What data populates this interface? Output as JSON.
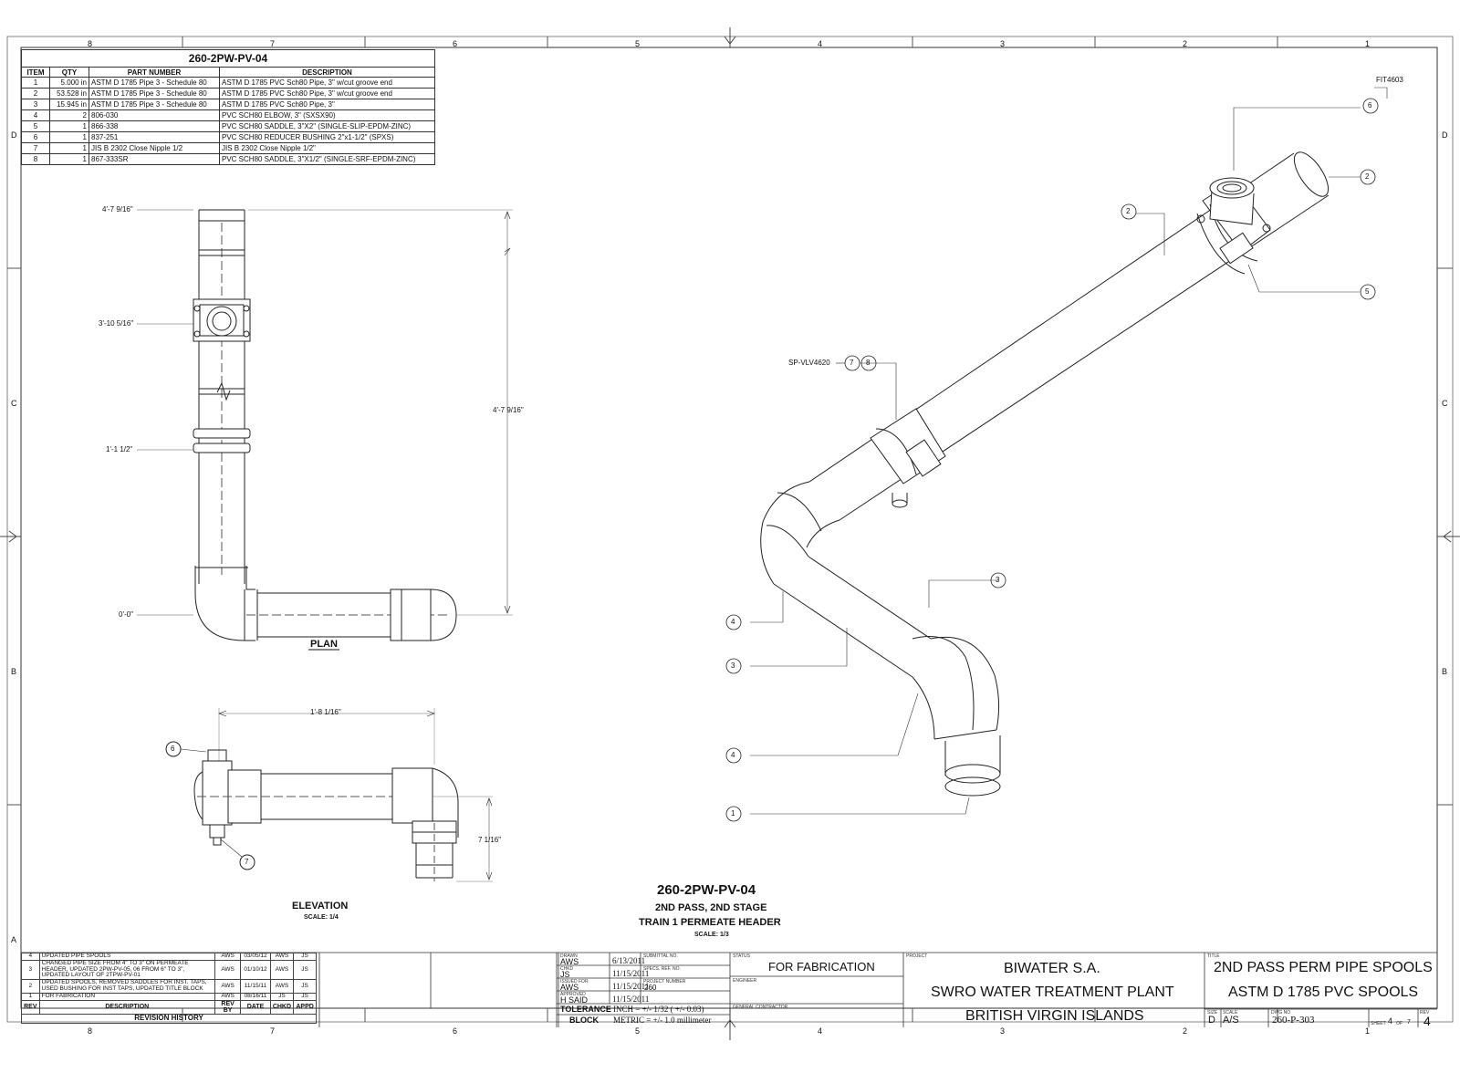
{
  "bom": {
    "title": "260-2PW-PV-04",
    "headers": [
      "ITEM",
      "QTY",
      "PART NUMBER",
      "DESCRIPTION"
    ],
    "rows": [
      [
        "1",
        "5.000 in",
        "ASTM D 1785 Pipe 3 - Schedule 80",
        "ASTM D 1785 PVC Sch80 Pipe, 3\" w/cut groove end"
      ],
      [
        "2",
        "53.528 in",
        "ASTM D 1785 Pipe 3 - Schedule 80",
        "ASTM D 1785 PVC Sch80 Pipe, 3\" w/cut groove end"
      ],
      [
        "3",
        "15.945 in",
        "ASTM D 1785 Pipe 3 - Schedule 80",
        "ASTM D 1785 PVC Sch80 Pipe, 3\""
      ],
      [
        "4",
        "2",
        "806-030",
        "PVC SCH80 ELBOW, 3\" (SXSX90)"
      ],
      [
        "5",
        "1",
        "866-338",
        "PVC SCH80 SADDLE, 3\"X2\" (SINGLE-SLIP-EPDM-ZINC)"
      ],
      [
        "6",
        "1",
        "837-251",
        "PVC SCH80 REDUCER BUSHING 2\"x1-1/2\" (SPXS)"
      ],
      [
        "7",
        "1",
        "JIS B 2302 Close Nipple 1/2",
        "JIS B 2302 Close Nipple 1/2\""
      ],
      [
        "8",
        "1",
        "867-333SR",
        "PVC SCH80 SADDLE, 3\"X1/2\" (SINGLE-SRF-EPDM-ZINC)"
      ]
    ]
  },
  "border": {
    "columns": [
      "8",
      "7",
      "6",
      "5",
      "4",
      "3",
      "2",
      "1"
    ],
    "rows": [
      "D",
      "C",
      "B",
      "A"
    ]
  },
  "plan": {
    "label": "PLAN",
    "dims": {
      "top": "4'-7 9/16\"",
      "saddle": "3'-10 5/16\"",
      "mid": "1'-1 1/2\"",
      "base": "0'-0\"",
      "vertical": "4'-7 9/16\""
    }
  },
  "elevation": {
    "label": "ELEVATION",
    "scale": "SCALE: 1/4",
    "dims": {
      "width": "1'-8 1/16\"",
      "height": "7 1/16\""
    },
    "balloons": [
      "6",
      "7"
    ]
  },
  "iso": {
    "balloons": [
      "6",
      "2",
      "2",
      "5",
      "7",
      "8",
      "4",
      "3",
      "3",
      "4",
      "1"
    ],
    "tags": {
      "fit": "FIT4603",
      "valve": "SP-VLV4620"
    }
  },
  "center_title": {
    "line1": "260-2PW-PV-04",
    "line2": "2ND PASS, 2ND STAGE",
    "line3": "TRAIN 1 PERMEATE HEADER",
    "scale": "SCALE: 1/3"
  },
  "revisions": {
    "rows": [
      {
        "rev": "4",
        "desc": "UPDATED PIPE SPOOLS",
        "by": "AWS",
        "date": "03/05/12",
        "chk": "AWS",
        "appd": "JS"
      },
      {
        "rev": "3",
        "desc": "CHANGED PIPE SIZE FROM 4\" TO 3\" ON PERMEATE HEADER, UPDATED 2PW-PV-05, 06 FROM 6\" TO 3\", UPDATED LAYOUT OF 2TPW-PV-01",
        "by": "AWS",
        "date": "01/10/12",
        "chk": "AWS",
        "appd": "JS"
      },
      {
        "rev": "2",
        "desc": "UPDATED SPOOLS, REMOVED SADDLES FOR INST. TAPS, USED BUSHING FOR INST TAPS, UPDATED TITLE BLOCK",
        "by": "AWS",
        "date": "11/15/11",
        "chk": "AWS",
        "appd": "JS"
      },
      {
        "rev": "1",
        "desc": "FOR FABRICATION",
        "by": "AWS",
        "date": "08/16/11",
        "chk": "JS",
        "appd": "JS"
      }
    ],
    "headers": [
      "REV",
      "DESCRIPTION",
      "REV BY",
      "DATE",
      "CHKD",
      "APPD"
    ],
    "footer": "REVISION HISTORY"
  },
  "title_block": {
    "drawn_lbl": "DRAWN",
    "drawn": "AWS",
    "drawn_date": "6/13/2011",
    "chkd_lbl": "CHKD",
    "chkd": "JS",
    "chkd_date": "11/15/2011",
    "issued_lbl": "ISSUED FOR",
    "issued": "AWS",
    "issued_date": "11/15/2011",
    "approved_lbl": "APPROVED",
    "approved": "H SAID",
    "approved_date": "11/15/2011",
    "submittal_lbl": "SUBMITTAL NO.",
    "spec_lbl": "SPECS. REF. NO.",
    "project_number_lbl": "PROJECT NUMBER",
    "project_number": "260",
    "tolerance_lbl": "TOLERANCE",
    "block_lbl": "BLOCK",
    "inch": "INCH = +/- 1/32 ( +/- 0.03)",
    "metric": "METRIC = +/- 1.0 millimeter",
    "status_lbl": "STATUS",
    "status": "FOR FABRICATION",
    "engineer_lbl": "ENGINEER",
    "contractor_lbl": "GENERAL CONTRACTOR",
    "project_lbl": "PROJECT",
    "project_line1": "BIWATER S.A.",
    "project_line2": "SWRO WATER TREATMENT PLANT",
    "project_line3": "BRITISH VIRGIN ISLANDS",
    "title_lbl": "TITLE",
    "title_line1": "2ND PASS PERM PIPE SPOOLS",
    "title_line2": "ASTM D 1785 PVC SPOOLS",
    "size_lbl": "SIZE",
    "size": "D",
    "scale_lbl": "SCALE",
    "scale": "A/S",
    "dwg_lbl": "DWG NO",
    "dwg": "260-P-303",
    "sheet_lbl": "SHEET",
    "sheet": "4",
    "of_lbl": "OF",
    "of": "7",
    "rev_lbl": "REV",
    "rev": "4"
  }
}
